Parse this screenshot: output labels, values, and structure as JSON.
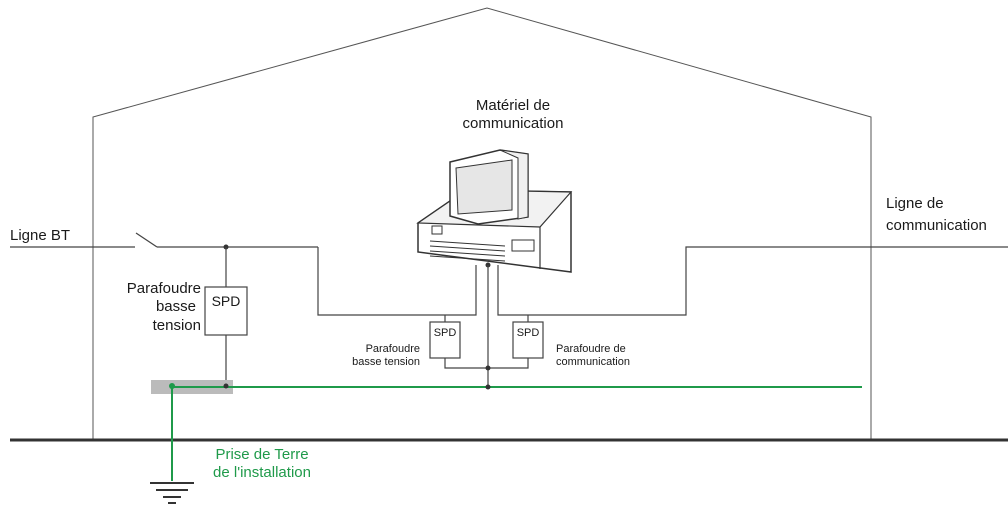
{
  "colors": {
    "line": "#444444",
    "earth": "#1f9a4a",
    "ground_bar": "#bbbbbb",
    "ground_line": "#333333"
  },
  "labels": {
    "communication_equipment": [
      "Matériel de",
      "communication"
    ],
    "low_voltage_line": "Ligne BT",
    "communication_line": [
      "Ligne de",
      "communication"
    ],
    "low_voltage_arrester_main": [
      "Parafoudre",
      "basse",
      "tension"
    ],
    "low_voltage_arrester_small": [
      "Parafoudre",
      "basse tension"
    ],
    "communication_arrester": [
      "Parafoudre de",
      "communication"
    ],
    "installation_earth": [
      "Prise de Terre",
      "de l'installation"
    ]
  },
  "spd_label": "SPD"
}
